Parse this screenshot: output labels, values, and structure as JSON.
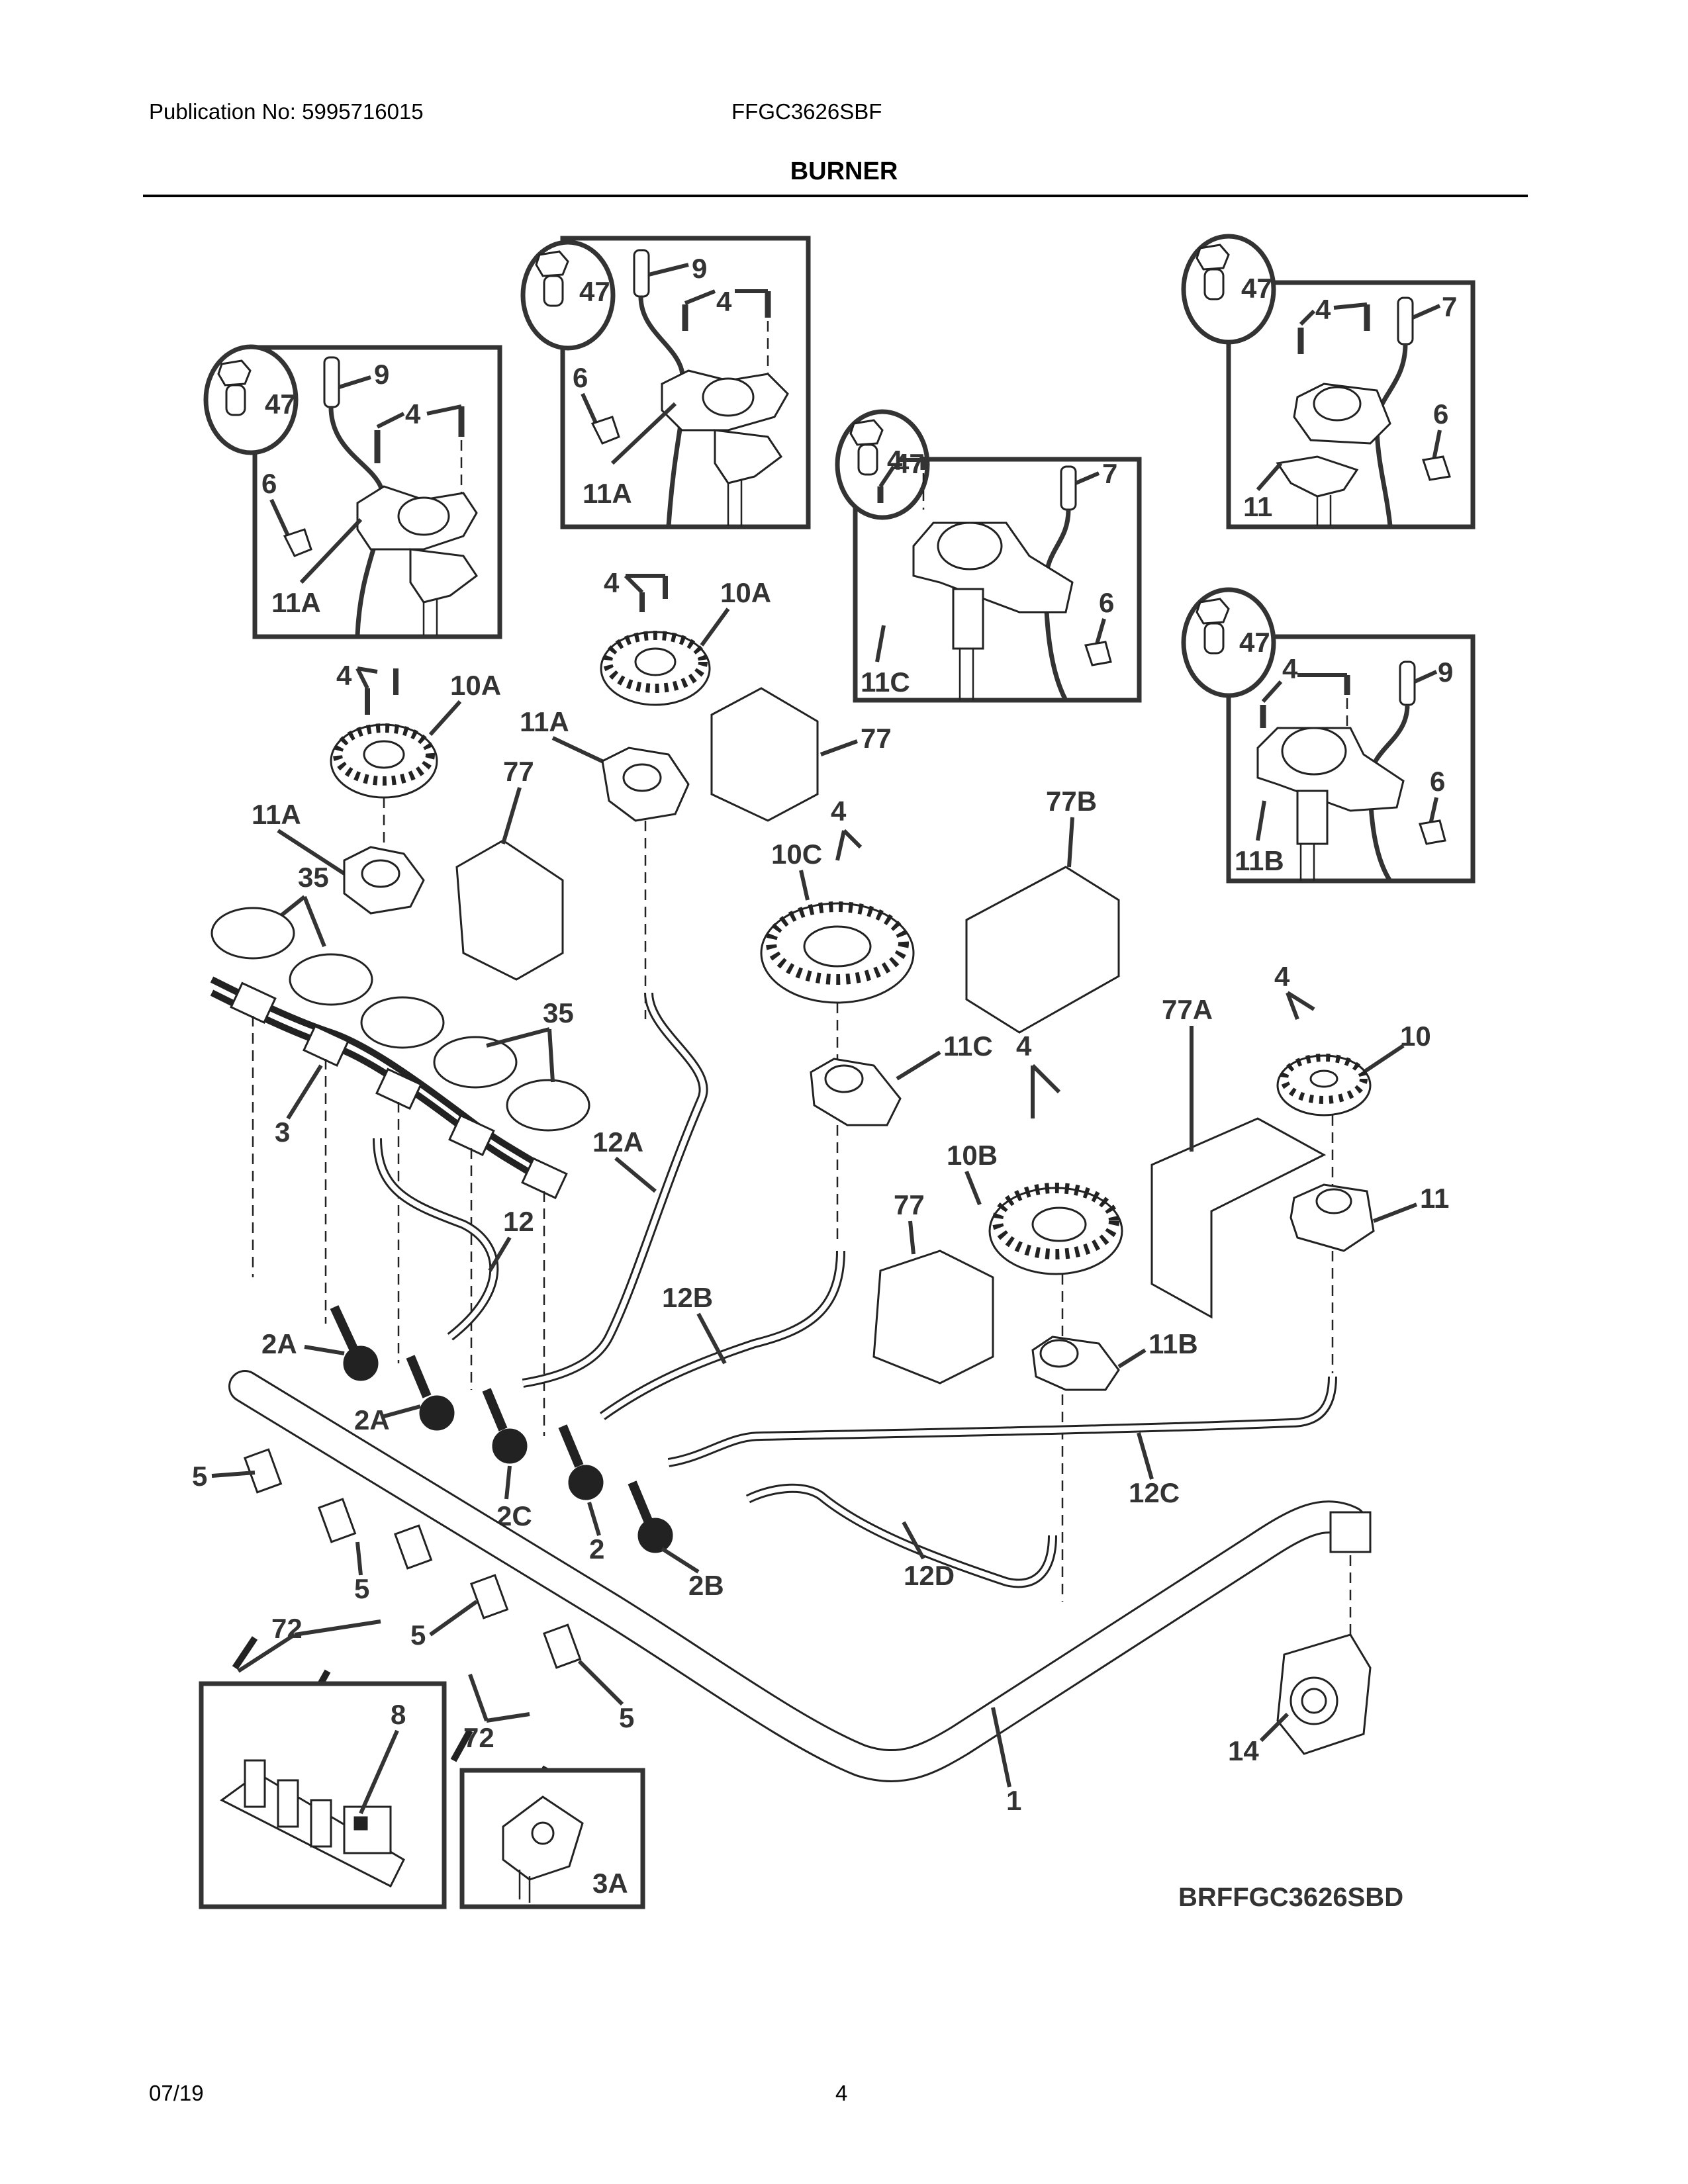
{
  "header": {
    "publication": "Publication No: 5995716015",
    "model": "FFGC3626SBF",
    "section_title": "BURNER"
  },
  "footer": {
    "date": "07/19",
    "page_number": "4"
  },
  "diagram": {
    "drawing_code": "BRFFGC3626SBD",
    "insets": [
      {
        "name": "inset-11A-left",
        "labels": [
          "47",
          "9",
          "4",
          "6",
          "11A"
        ]
      },
      {
        "name": "inset-11A-center",
        "labels": [
          "47",
          "9",
          "4",
          "6",
          "11A"
        ]
      },
      {
        "name": "inset-11",
        "labels": [
          "47",
          "4",
          "7",
          "6",
          "11"
        ]
      },
      {
        "name": "inset-11C",
        "labels": [
          "47",
          "4",
          "7",
          "6",
          "11C"
        ]
      },
      {
        "name": "inset-11B",
        "labels": [
          "47",
          "4",
          "9",
          "6",
          "11B"
        ]
      },
      {
        "name": "inset-8",
        "labels": [
          "8"
        ]
      },
      {
        "name": "inset-3A",
        "labels": [
          "3A"
        ]
      }
    ],
    "callouts": {
      "l4": "4",
      "l6": "6",
      "l7": "7",
      "l9": "9",
      "l47": "47",
      "l10": "10",
      "l10A": "10A",
      "l10B": "10B",
      "l10C": "10C",
      "l11": "11",
      "l11A": "11A",
      "l11B": "11B",
      "l11C": "11C",
      "l12": "12",
      "l12A": "12A",
      "l12B": "12B",
      "l12C": "12C",
      "l12D": "12D",
      "l77": "77",
      "l77A": "77A",
      "l77B": "77B",
      "l35": "35",
      "l3": "3",
      "l3A": "3A",
      "l2": "2",
      "l2A": "2A",
      "l2B": "2B",
      "l2C": "2C",
      "l5": "5",
      "l72": "72",
      "l8": "8",
      "l1": "1",
      "l14": "14"
    }
  }
}
